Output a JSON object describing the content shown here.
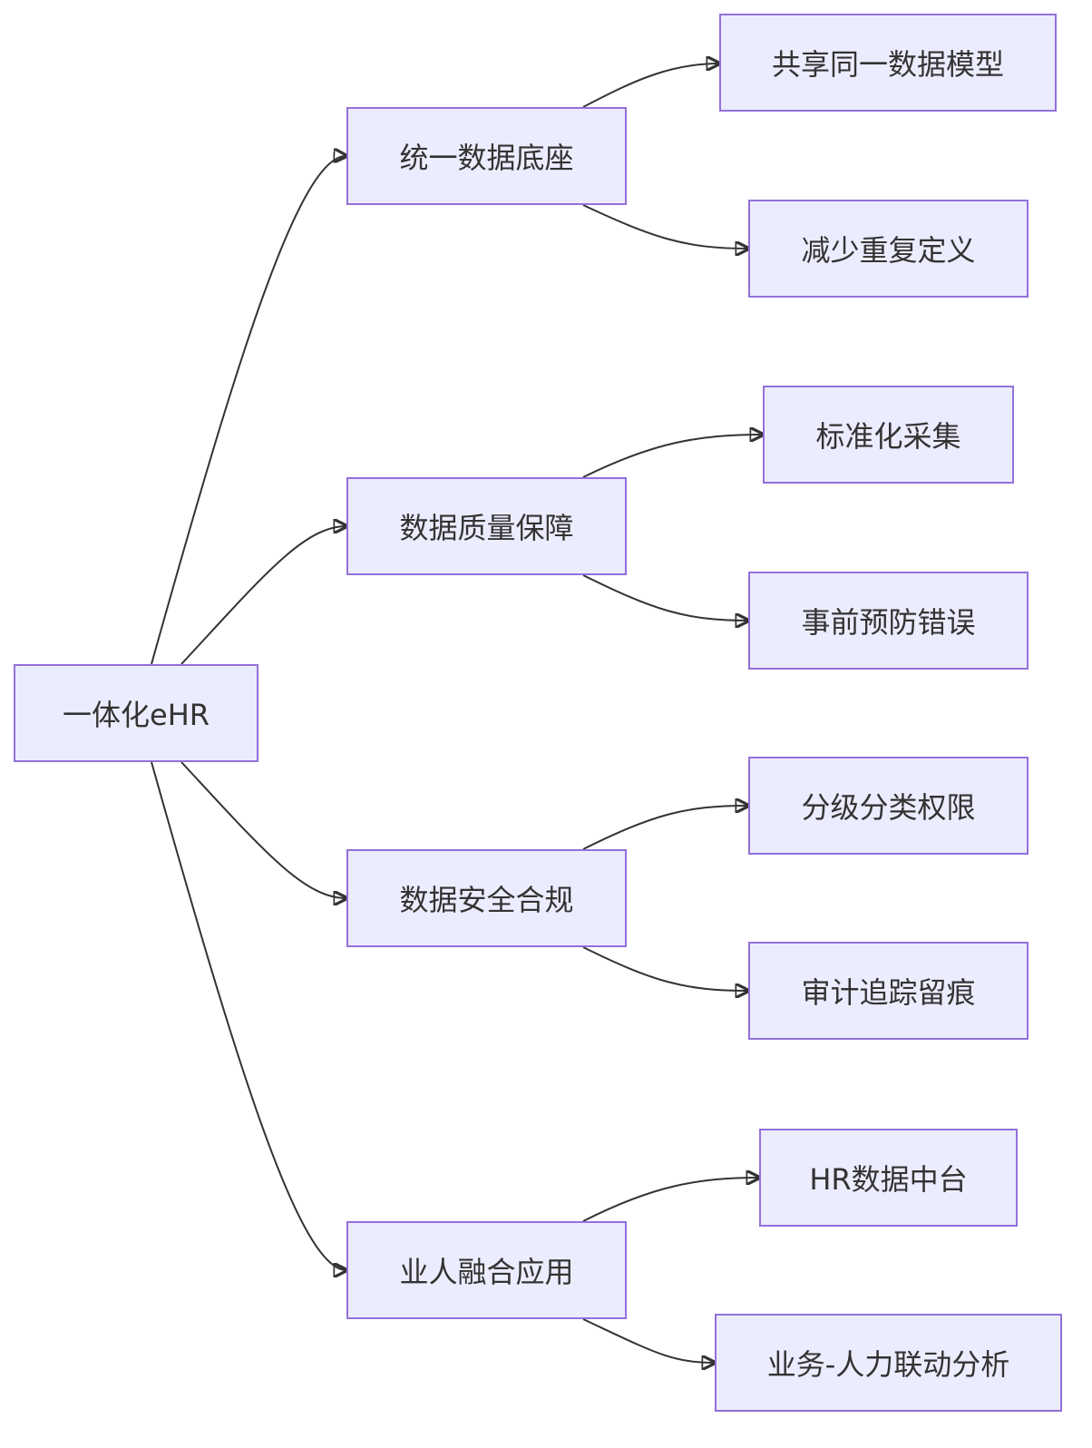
{
  "diagram": {
    "root": {
      "label": "一体化eHR"
    },
    "branches": [
      {
        "label": "统一数据底座",
        "leaves": [
          "共享同一数据模型",
          "减少重复定义"
        ]
      },
      {
        "label": "数据质量保障",
        "leaves": [
          "标准化采集",
          "事前预防错误"
        ]
      },
      {
        "label": "数据安全合规",
        "leaves": [
          "分级分类权限",
          "审计追踪留痕"
        ]
      },
      {
        "label": "业人融合应用",
        "leaves": [
          "HR数据中台",
          "业务-人力联动分析"
        ]
      }
    ]
  },
  "colors": {
    "node_fill": "#ececff",
    "node_border": "#9370db",
    "edge": "#333333",
    "text": "#333333"
  }
}
